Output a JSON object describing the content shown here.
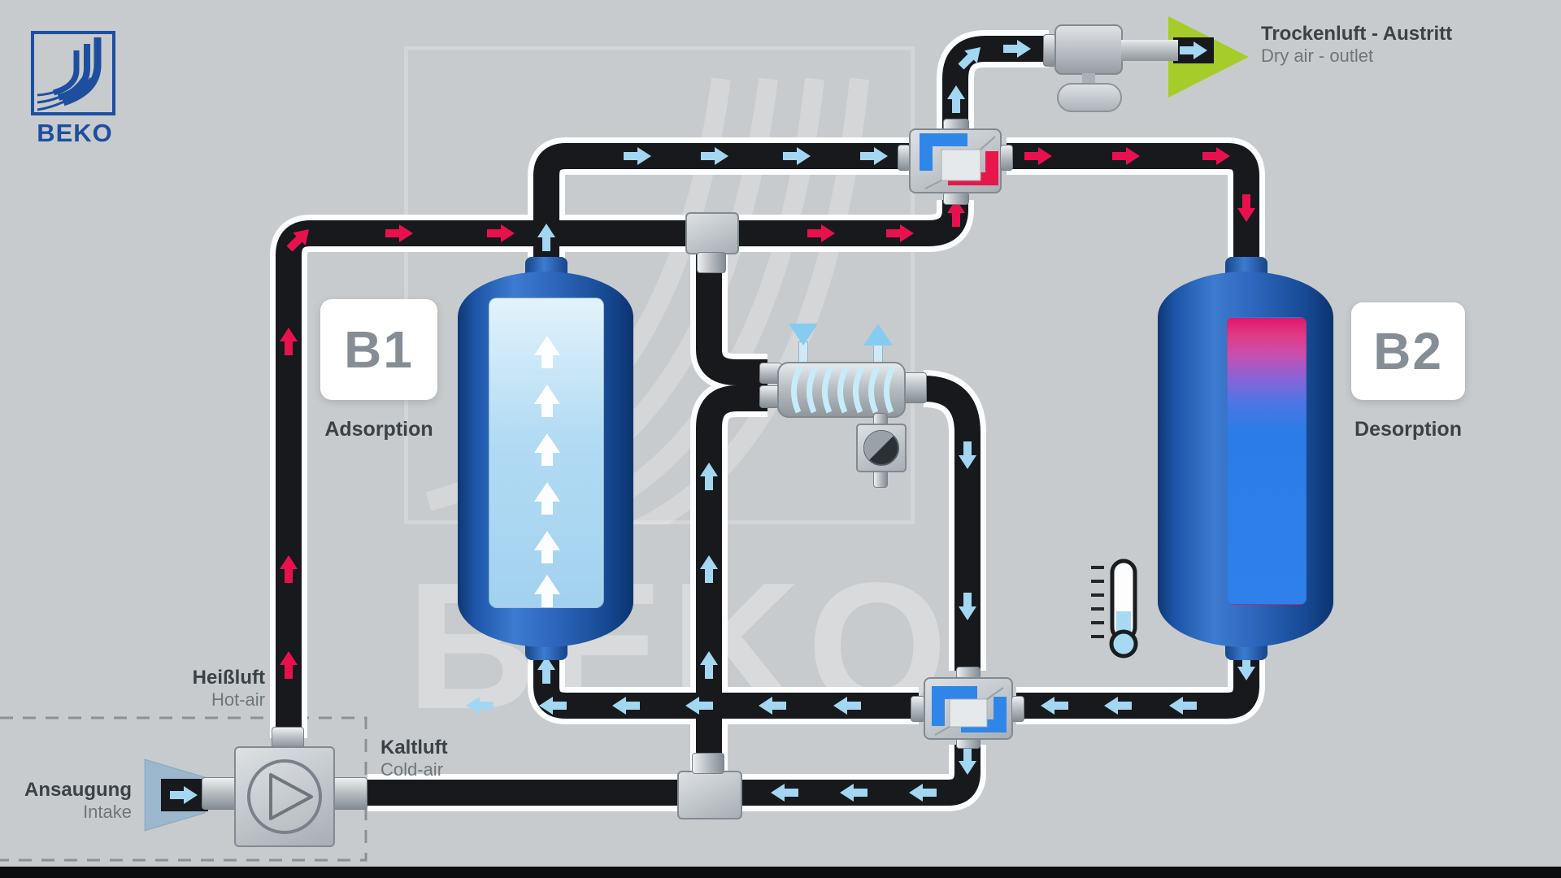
{
  "brand": {
    "name": "BEKO"
  },
  "watermark": {
    "text": "BEKO"
  },
  "vessels": {
    "b1": {
      "id": "B1",
      "process": "Adsorption"
    },
    "b2": {
      "id": "B2",
      "process": "Desorption"
    }
  },
  "labels": {
    "dry_air_outlet": {
      "primary": "Trockenluft - Austritt",
      "secondary": "Dry air - outlet"
    },
    "hot_air": {
      "primary": "Heißluft",
      "secondary": "Hot-air"
    },
    "cold_air": {
      "primary": "Kaltluft",
      "secondary": "Cold-air"
    },
    "intake": {
      "primary": "Ansaugung",
      "secondary": "Intake"
    }
  },
  "colors": {
    "background": "#c8cbcd",
    "pipe": "#17191d",
    "pipe_casing": "#fcfdfe",
    "hot_flow_arrow": "#e8114e",
    "cold_flow_arrow": "#a3d7f1",
    "vessel_blue": "#1d55a8",
    "desorption_pink": "#e0156e",
    "outlet_green": "#a6cc29",
    "logo_blue": "#1d4f9e"
  },
  "icons": {
    "flow_arrow": "block arrow showing air flow direction",
    "blower": "circle with triangle rotor",
    "heater": "cylinder with coil",
    "drain_valve": "rotary knob",
    "thermometer": "thermometer with scale ticks",
    "silencer": "oval muffler",
    "outlet_marker": "green triangle",
    "intake_funnel": "blue cone"
  }
}
